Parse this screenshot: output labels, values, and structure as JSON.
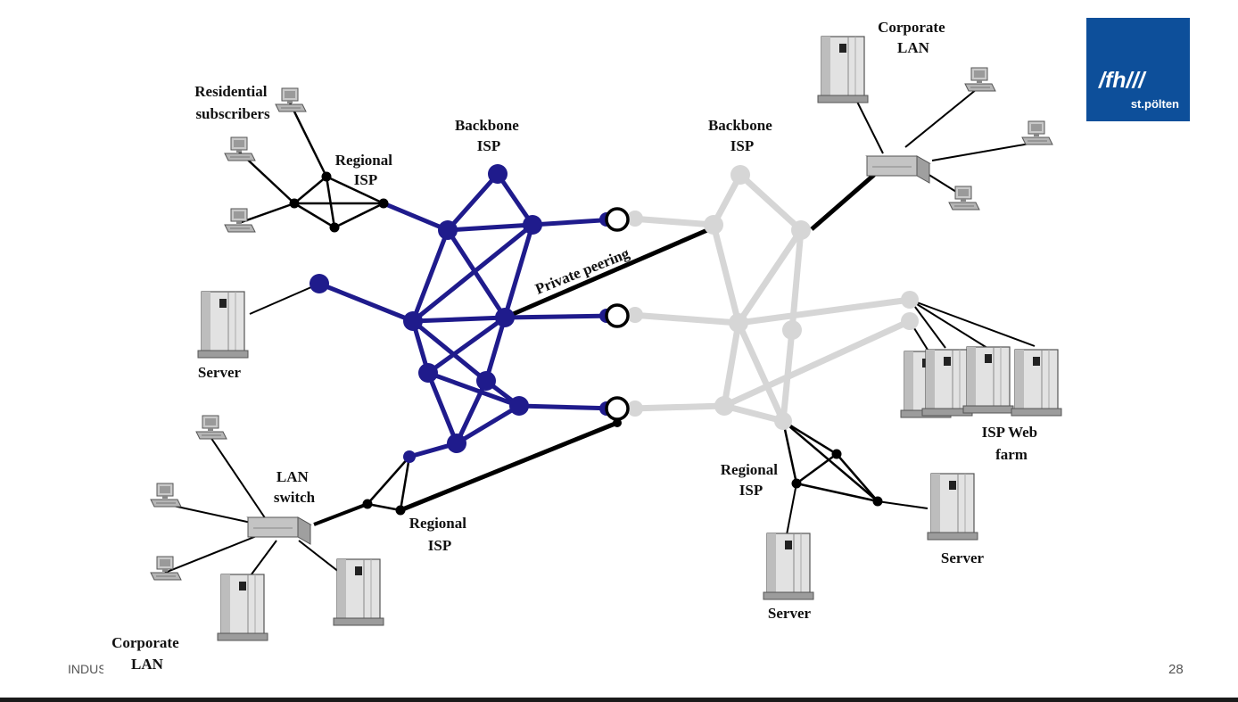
{
  "diagram": {
    "labels": {
      "residential_subscribers": [
        "Residential",
        "subscribers"
      ],
      "regional_isp_left": [
        "Regional",
        "ISP"
      ],
      "backbone_isp_left": [
        "Backbone",
        "ISP"
      ],
      "backbone_isp_right": [
        "Backbone",
        "ISP"
      ],
      "corporate_lan_top": [
        "Corporate",
        "LAN"
      ],
      "private_peering": "Private peering",
      "server_left": "Server",
      "lan_switch": [
        "LAN",
        "switch"
      ],
      "regional_isp_bottom": [
        "Regional",
        "ISP"
      ],
      "corporate_lan_bottom": [
        "Corporate",
        "LAN"
      ],
      "isp_web_farm": [
        "ISP Web",
        "farm"
      ],
      "regional_isp_right": [
        "Regional",
        "ISP"
      ],
      "server_right_a": "Server",
      "server_right_b": "Server"
    },
    "colors": {
      "backbone_left": "#1f1b8c",
      "backbone_right": "#d6d6d6",
      "access_links": "#000000"
    }
  },
  "logo": {
    "mark": "/fh///",
    "sub": "st.pölten",
    "color": "#0d4f9a"
  },
  "footer": {
    "left_text": "INDUSTRY",
    "page_number": "28"
  }
}
